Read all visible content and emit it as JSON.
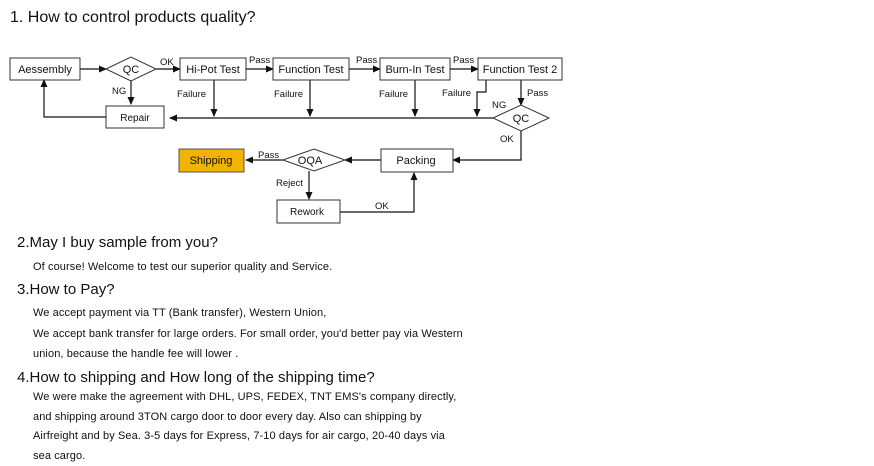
{
  "sections": {
    "q1": "1. How to control products quality?",
    "q2": "2.May I buy sample from you?",
    "a2_1": "Of course!  Welcome to test our superior quality and Service.",
    "q3": "3.How to Pay?",
    "a3_1": "We accept payment via TT (Bank transfer), Western Union,",
    "a3_2": "We accept bank transfer for large orders. For small order, you'd better pay via Western",
    "a3_3": "union, because the handle fee will lower .",
    "q4": "4.How to shipping and How long of the shipping time?",
    "a4_1": "We were make the agreement with DHL, UPS, FEDEX, TNT EMS's company directly,",
    "a4_2": "and shipping around 3TON cargo door to door every day. Also can shipping by",
    "a4_3": "Airfreight and by Sea. 3-5 days for Express, 7-10 days for air cargo, 20-40 days via",
    "a4_4": "sea cargo."
  },
  "flowchart": {
    "nodes": {
      "assembly": "Aessembly",
      "qc1": "QC",
      "hipot": "Hi-Pot Test",
      "function": "Function Test",
      "burnin": "Burn-In Test",
      "function2": "Function Test 2",
      "repair": "Repair",
      "qc2": "QC",
      "packing": "Packing",
      "oqa": "OQA",
      "shipping": "Shipping",
      "rework": "Rework"
    },
    "labels": {
      "ok1": "OK",
      "ng1": "NG",
      "pass1": "Pass",
      "pass2": "Pass",
      "pass3": "Pass",
      "pass4": "Pass",
      "failure1": "Failure",
      "failure2": "Failure",
      "failure3": "Failure",
      "failure4": "Failure",
      "ng2": "NG",
      "ok2": "OK",
      "pass5": "Pass",
      "reject": "Reject",
      "ok3": "OK"
    },
    "colors": {
      "shipping_fill": "#f2b400",
      "line": "#111111"
    }
  }
}
